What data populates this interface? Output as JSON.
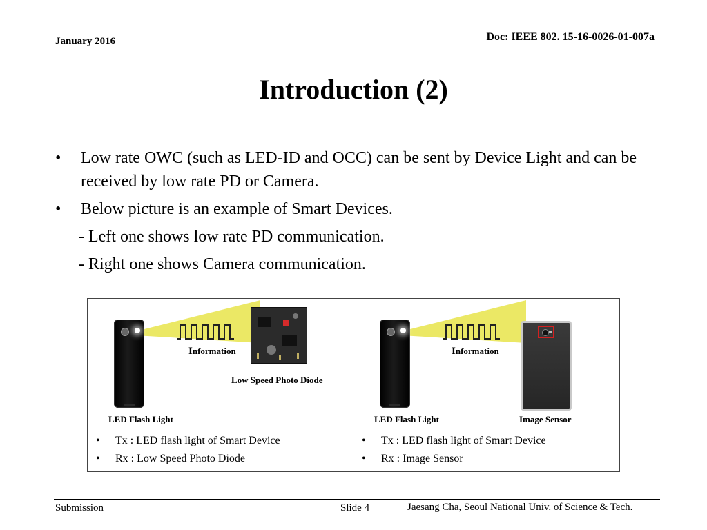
{
  "header": {
    "date": "January 2016",
    "doc": "Doc: IEEE 802. 15-16-0026-01-007a"
  },
  "title": "Introduction (2)",
  "bullets": [
    "Low rate OWC (such as LED-ID and OCC) can be sent by Device Light and can be received by low rate PD or Camera.",
    "Below picture is an example of Smart Devices."
  ],
  "bullet_symbol": "•",
  "sublines": [
    "- Left one shows low rate PD communication.",
    "- Right one shows Camera communication."
  ],
  "figure": {
    "left": {
      "info_label_initial": "I",
      "info_label_rest": "nformation",
      "rx_caption": "Low Speed Photo Diode",
      "tx_caption": "LED Flash Light",
      "list": [
        "Tx : LED flash light of Smart Device",
        "Rx : Low Speed Photo Diode"
      ]
    },
    "right": {
      "info_label_initial": "I",
      "info_label_rest": "nformation",
      "rx_caption": "Image Sensor",
      "tx_caption": "LED Flash Light",
      "list": [
        "Tx : LED flash light of Smart Device",
        "Rx : Image Sensor"
      ]
    },
    "colors": {
      "beam": "#e8e44a",
      "highlight": "#d42020"
    }
  },
  "footer": {
    "left": "Submission",
    "slide": "Slide 4",
    "author": "Jaesang Cha, Seoul National Univ. of  Science & Tech."
  }
}
